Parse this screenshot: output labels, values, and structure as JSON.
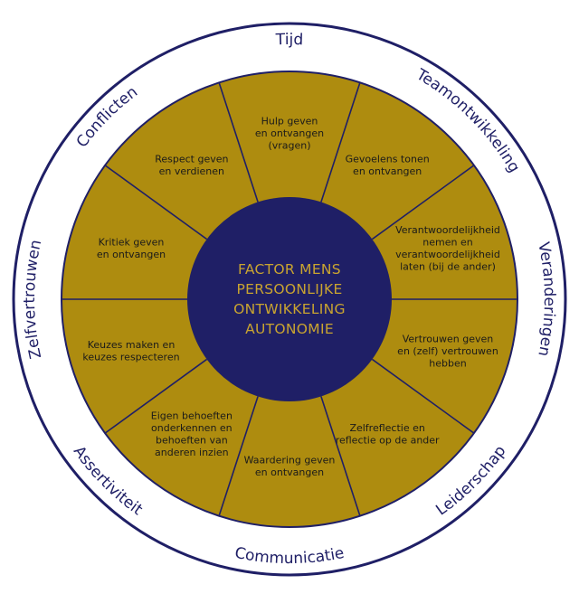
{
  "center": {
    "lines": [
      "FACTOR MENS",
      "PERSOONLIJKE",
      "ONTWIKKELING",
      "AUTONOMIE"
    ]
  },
  "ring": {
    "labels": [
      "Tijd",
      "Teamontwikkeling",
      "Veranderingen",
      "Leiderschap",
      "Communicatie",
      "Assertiviteit",
      "Zelfvertrouwen",
      "Conflicten"
    ]
  },
  "segments": [
    {
      "lines": [
        "Hulp geven",
        "en ontvangen",
        "(vragen)"
      ]
    },
    {
      "lines": [
        "Gevoelens tonen",
        "en ontvangen"
      ]
    },
    {
      "lines": [
        "Verantwoordelijkheid",
        "nemen en",
        "verantwoordelijkheid",
        "laten (bij de ander)"
      ]
    },
    {
      "lines": [
        "Vertrouwen geven",
        "en (zelf) vertrouwen",
        "hebben"
      ]
    },
    {
      "lines": [
        "Zelfreflectie en",
        "reflectie op de ander"
      ]
    },
    {
      "lines": [
        "Waardering geven",
        "en ontvangen"
      ]
    },
    {
      "lines": [
        "Eigen behoeften",
        "onderkennen en",
        "behoeften van",
        "anderen inzien"
      ]
    },
    {
      "lines": [
        "Keuzes maken en",
        "keuzes respecteren"
      ]
    },
    {
      "lines": [
        "Kritiek geven",
        "en ontvangen"
      ]
    },
    {
      "lines": [
        "Respect geven",
        "en verdienen"
      ]
    }
  ],
  "colors": {
    "ring": "#1f1f66",
    "segment_fill": "#ae8c0f",
    "divider": "#1f1f66",
    "center_fill": "#1f1f66",
    "center_text": "#c9a430"
  }
}
